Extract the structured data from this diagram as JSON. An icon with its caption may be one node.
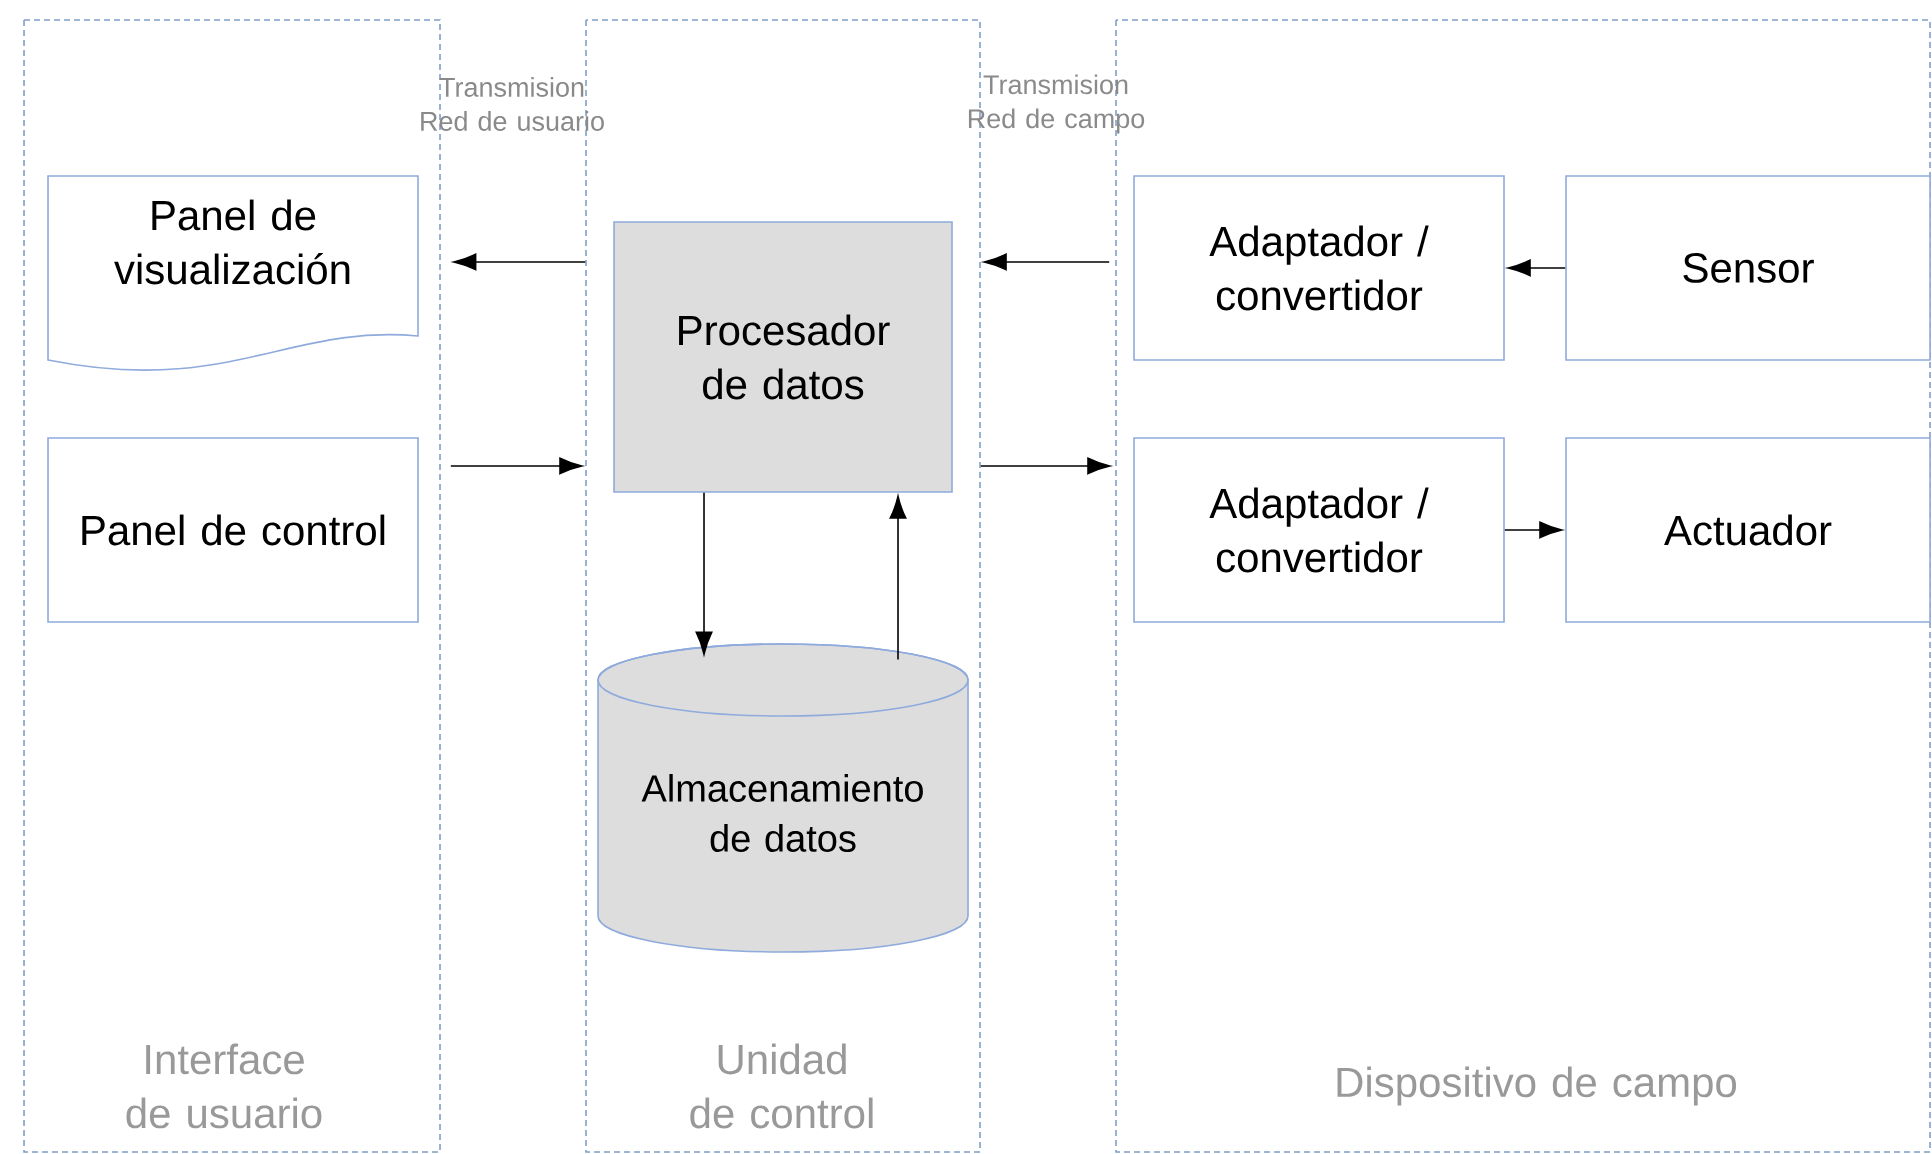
{
  "diagram": {
    "nodes": [
      {
        "text": [
          "Interface de usuario"
        ]
      },
      {
        "text": [
          "Unidad de control"
        ]
      },
      {
        "text": [
          "Dispositivo de campo"
        ]
      },
      {
        "text": [
          "Panel de visualización"
        ],
        "in": 0
      },
      {
        "text": [
          "Panel de control"
        ],
        "in": 0
      },
      {
        "text": [
          "Procesador de datos"
        ],
        "in": 1
      },
      {
        "text": [
          "Almacenamiento de datos"
        ],
        "in": 1
      },
      {
        "text": [
          "Adaptador / convertidor"
        ],
        "in": 2
      },
      {
        "text": [
          "Sensor"
        ],
        "in": 2
      },
      {
        "text": [
          "Adaptador / convertidor"
        ],
        "in": 2
      },
      {
        "text": [
          "Actuador"
        ],
        "in": 2
      }
    ],
    "edges": [
      {
        "from": 5,
        "to": 3,
        "arrow": "to"
      },
      {
        "from": 4,
        "to": 5,
        "arrow": "to"
      },
      {
        "from": 7,
        "to": 5,
        "arrow": "to"
      },
      {
        "from": 5,
        "to": 9,
        "arrow": "to"
      },
      {
        "from": 8,
        "to": 7,
        "arrow": "to"
      },
      {
        "from": 9,
        "to": 10,
        "arrow": "to"
      },
      {
        "from": 5,
        "to": 6,
        "arrow": "to"
      },
      {
        "from": 6,
        "to": 5,
        "arrow": "to"
      }
    ],
    "labels": [
      "Transmision Red de usuario",
      "Transmision Red de campo"
    ]
  }
}
